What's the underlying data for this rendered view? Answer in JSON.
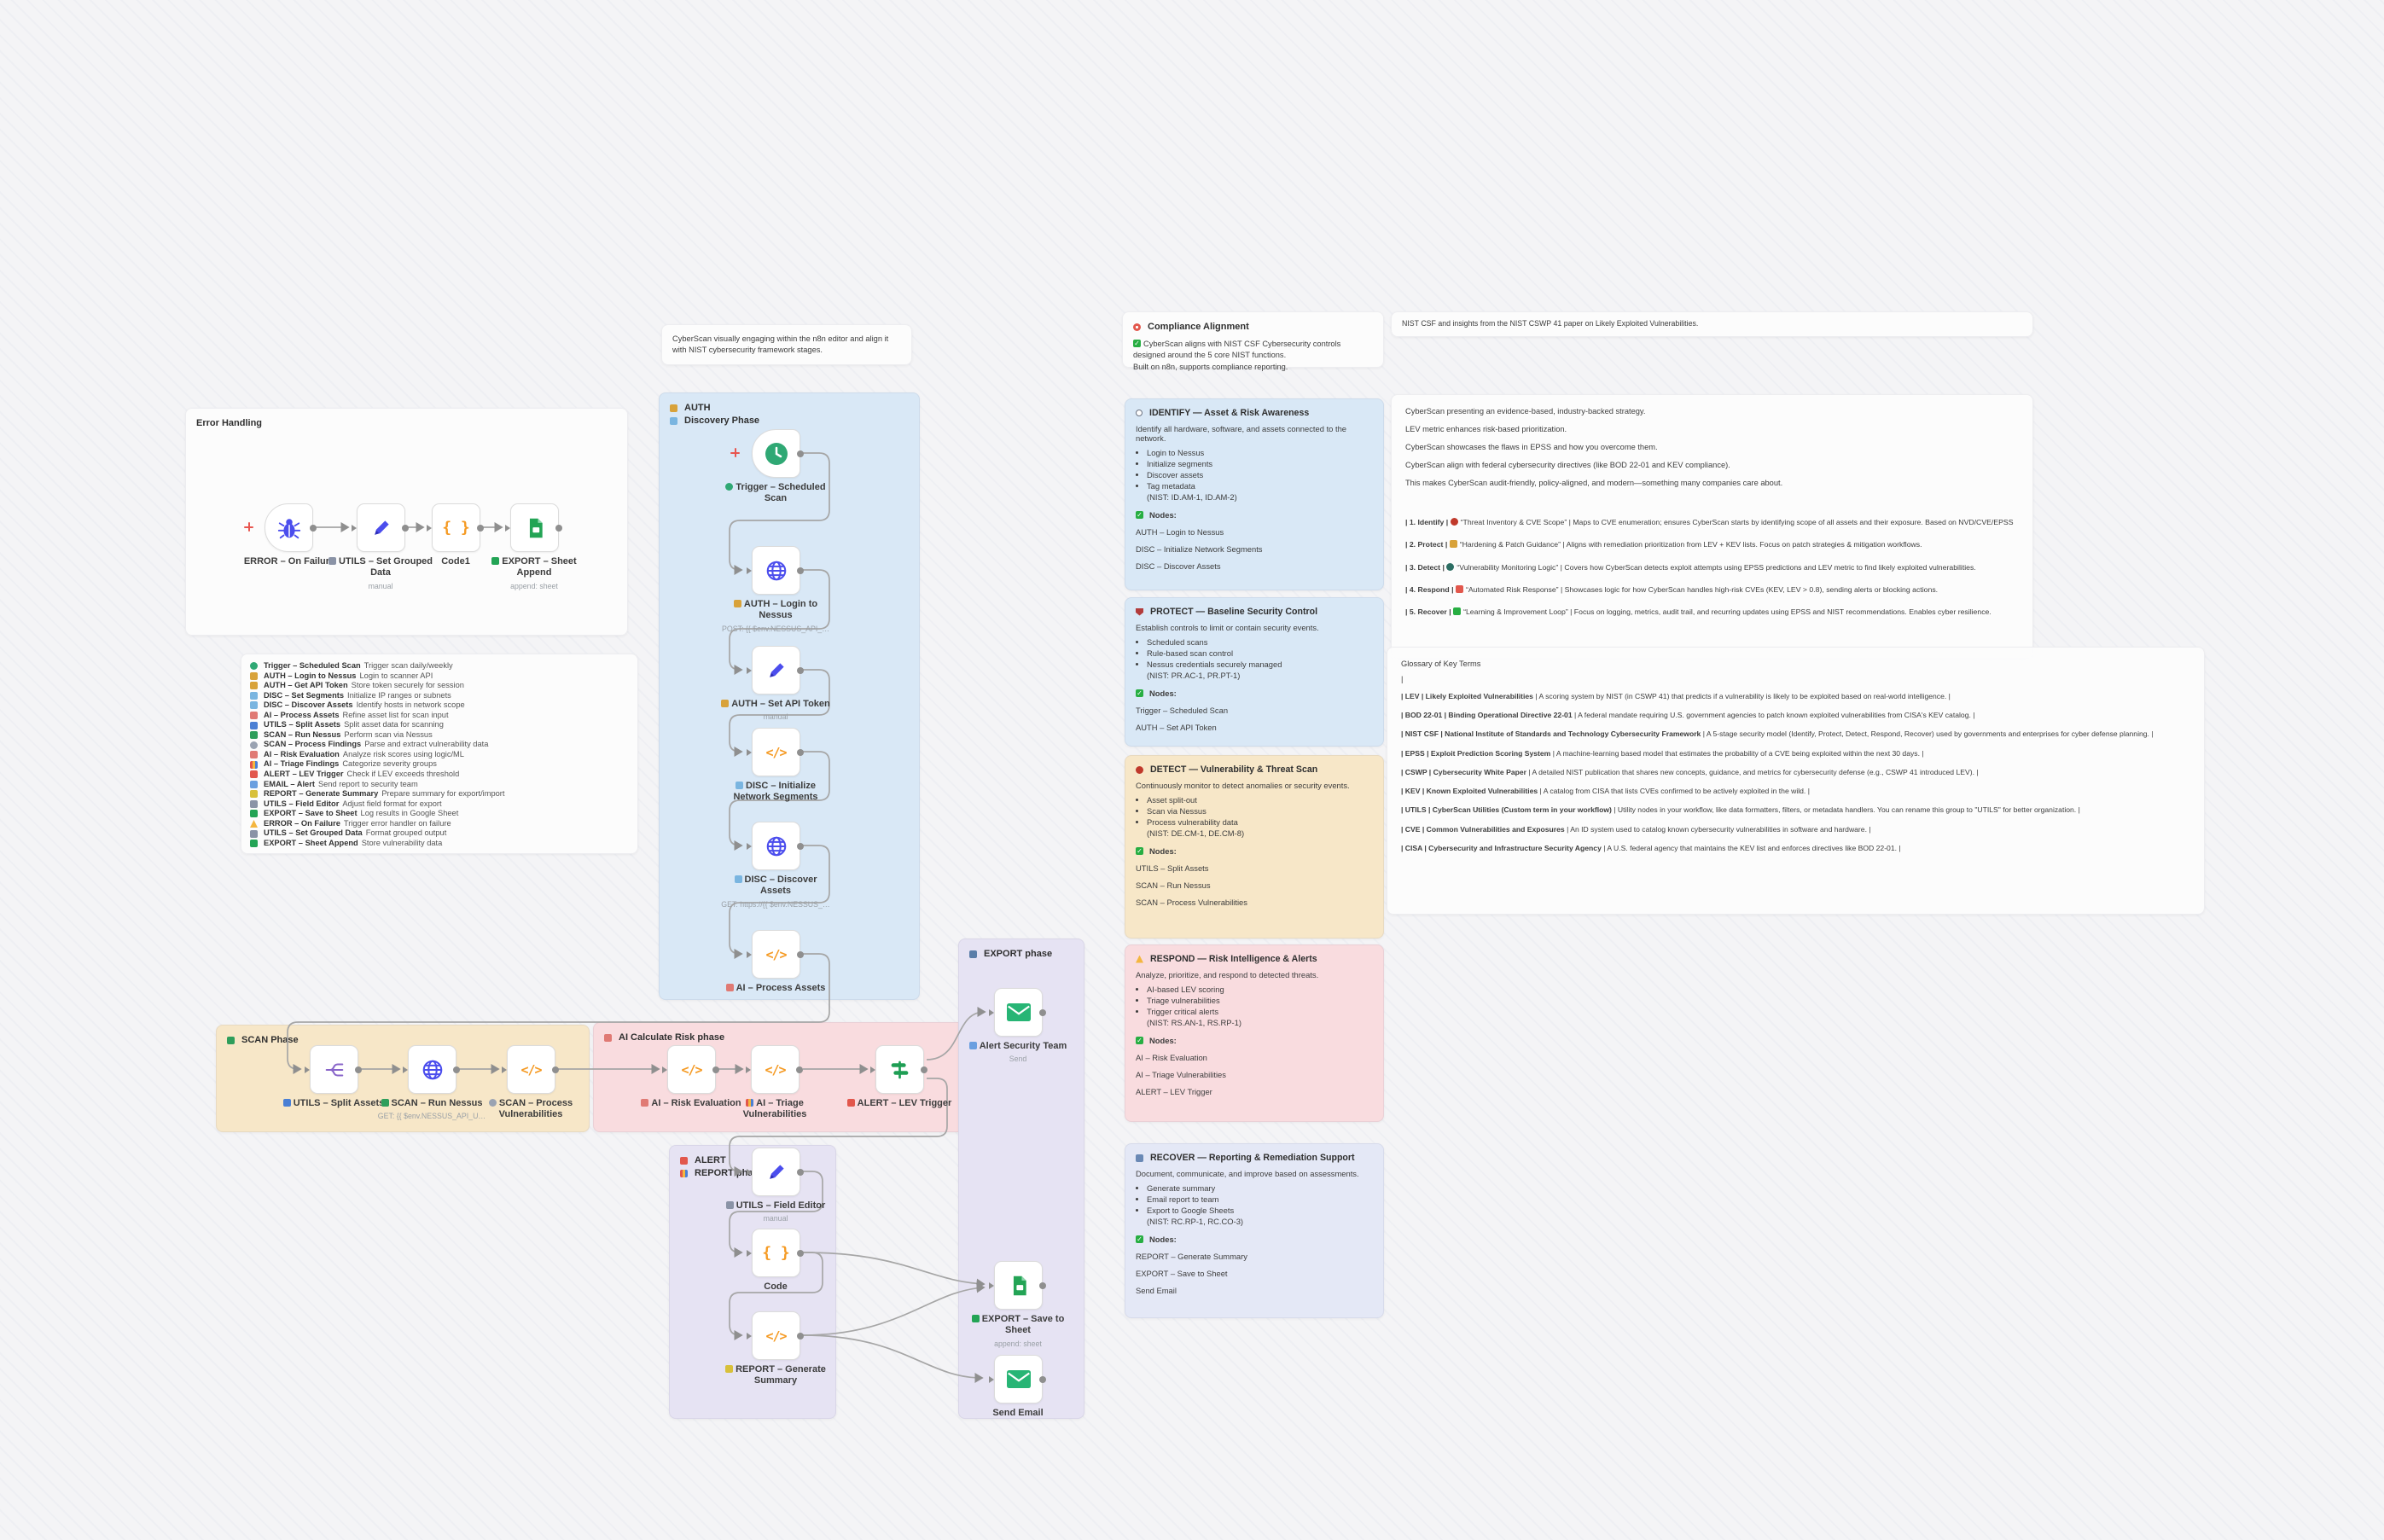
{
  "colors": {
    "sticky_blue": "#d9e8f6",
    "sticky_tan": "#f7e7c8",
    "sticky_pink": "#f9dcdf",
    "sticky_purple": "#e6e3f3",
    "sticky_lavender": "#e4e8f6",
    "node_icon_blue": "#4b4ded",
    "node_icon_orange": "#f59a23",
    "node_icon_green": "#27a567",
    "node_icon_purple": "#8864c9",
    "wire_gray": "#a6a6a6",
    "add_plus_red": "#e8554f"
  },
  "notes": {
    "error_handling": {
      "title": "Error Handling"
    },
    "top_note": {
      "text": "CyberScan visually engaging within the n8n editor and align it with NIST cybersecurity framework stages."
    },
    "auth_phase": {
      "title1": "AUTH",
      "icon1": "lock",
      "title2": "Discovery Phase",
      "icon2": "disc"
    },
    "scan_phase": {
      "title": "SCAN Phase",
      "icon": "feather"
    },
    "ai_phase": {
      "title": "AI Calculate Risk phase",
      "icon": "brain"
    },
    "alert_report_phase": {
      "title1": "ALERT",
      "icon1": "alert",
      "title2": "REPORT phase",
      "icon2": "chart"
    },
    "export_phase": {
      "title": "EXPORT phase",
      "icon": "export"
    },
    "compliance": {
      "icon": "target",
      "title": "Compliance Alignment",
      "check_icon": "check",
      "body1": "CyberScan aligns with NIST CSF Cybersecurity controls designed around the 5 core NIST functions.",
      "body2": "Built on n8n, supports compliance reporting."
    },
    "nist_top": {
      "text": "NIST CSF and insights from the NIST CSWP 41 paper on Likely Exploited Vulnerabilities."
    }
  },
  "node_list": {
    "items": [
      {
        "icon": "clock",
        "name": "Trigger – Scheduled Scan",
        "desc": "Trigger scan daily/weekly"
      },
      {
        "icon": "lock",
        "name": "AUTH – Login to Nessus",
        "desc": "Login to scanner API"
      },
      {
        "icon": "lock",
        "name": "AUTH – Get API Token",
        "desc": "Store token securely for session"
      },
      {
        "icon": "disc",
        "name": "DISC – Set Segments",
        "desc": "Initialize IP ranges or subnets"
      },
      {
        "icon": "disc",
        "name": "DISC – Discover Assets",
        "desc": "Identify hosts in network scope"
      },
      {
        "icon": "brain",
        "name": "AI – Process Assets",
        "desc": "Refine asset list for scan input"
      },
      {
        "icon": "split",
        "name": "UTILS – Split Assets",
        "desc": "Split asset data for scanning"
      },
      {
        "icon": "feather",
        "name": "SCAN – Run Nessus",
        "desc": "Perform scan via Nessus"
      },
      {
        "icon": "search",
        "name": "SCAN – Process Findings",
        "desc": "Parse and extract vulnerability data"
      },
      {
        "icon": "brain",
        "name": "AI – Risk Evaluation",
        "desc": "Analyze risk scores using logic/ML"
      },
      {
        "icon": "chart",
        "name": "AI – Triage Findings",
        "desc": "Categorize severity groups"
      },
      {
        "icon": "alert",
        "name": "ALERT – LEV Trigger",
        "desc": "Check if LEV exceeds threshold"
      },
      {
        "icon": "email",
        "name": "EMAIL – Alert",
        "desc": "Send report to security team"
      },
      {
        "icon": "report",
        "name": "REPORT – Generate Summary",
        "desc": "Prepare summary for export/import"
      },
      {
        "icon": "wrench",
        "name": "UTILS – Field Editor",
        "desc": "Adjust field format for export"
      },
      {
        "icon": "sheet",
        "name": "EXPORT – Save to Sheet",
        "desc": "Log results in Google Sheet"
      },
      {
        "icon": "warn",
        "name": "ERROR – On Failure",
        "desc": "Trigger error handler on failure"
      },
      {
        "icon": "wrench",
        "name": "UTILS – Set Grouped Data",
        "desc": "Format grouped output"
      },
      {
        "icon": "sheet",
        "name": "EXPORT – Sheet Append",
        "desc": "Store vulnerability data"
      }
    ]
  },
  "nodes": {
    "trigger": {
      "label": "Trigger – Scheduled Scan",
      "icon": "clock"
    },
    "login": {
      "label": "AUTH – Login to Nessus",
      "sub": "POST: {{ $env.NESSUS_API_…",
      "icon": "lock"
    },
    "token": {
      "label": "AUTH – Set API Token",
      "sub": "manual",
      "icon": "lock"
    },
    "init_segments": {
      "label": "DISC – Initialize Network Segments",
      "icon": "disc"
    },
    "discover": {
      "label": "DISC – Discover Assets",
      "sub": "GET: https://{{ $env.NESSUS_…",
      "icon": "disc"
    },
    "process_assets": {
      "label": "AI – Process Assets",
      "icon": "brain"
    },
    "split_assets": {
      "label": "UTILS – Split Assets",
      "icon": "split"
    },
    "run_nessus": {
      "label": "SCAN – Run Nessus",
      "sub": "GET: {{ $env.NESSUS_API_U…",
      "icon": "feather"
    },
    "process_vulns": {
      "label": "SCAN – Process Vulnerabilities",
      "icon": "search"
    },
    "risk_eval": {
      "label": "AI – Risk Evaluation",
      "icon": "brain"
    },
    "triage": {
      "label": "AI – Triage Vulnerabilities",
      "icon": "chart"
    },
    "lev_trigger": {
      "label": "ALERT – LEV Trigger",
      "icon": "alert"
    },
    "field_editor": {
      "label": "UTILS – Field Editor",
      "sub": "manual",
      "icon": "wrench"
    },
    "code": {
      "label": "Code"
    },
    "gen_summary": {
      "label": "REPORT – Generate Summary",
      "icon": "report"
    },
    "alert_team": {
      "label": "Alert Security Team",
      "sub": "Send",
      "icon": "email"
    },
    "save_sheet": {
      "label": "EXPORT – Save to Sheet",
      "sub": "append: sheet",
      "icon": "sheet"
    },
    "send_email": {
      "label": "Send Email"
    },
    "err_onfail": {
      "label": "ERROR – On Failure"
    },
    "err_utils": {
      "label": "UTILS – Set Grouped Data",
      "sub": "manual",
      "icon": "wrench"
    },
    "err_code1": {
      "label": "Code1"
    },
    "err_export": {
      "label": "EXPORT – Sheet Append",
      "sub": "append: sheet",
      "icon": "sheet"
    }
  },
  "nist_functions": {
    "identify": {
      "icon": "magnifier",
      "title": "IDENTIFY — Asset & Risk Awareness",
      "intro": "Identify all hardware, software, and assets connected to the network.",
      "bullets": [
        "Login to Nessus",
        "Initialize segments",
        "Discover assets",
        "Tag metadata"
      ],
      "nist": "(NIST: ID.AM-1, ID.AM-2)",
      "check_icon": "check",
      "nodes_label": "Nodes:",
      "nodes": [
        "AUTH – Login to Nessus",
        "DISC – Initialize Network Segments",
        "DISC – Discover Assets"
      ]
    },
    "protect": {
      "icon": "shield",
      "title": "PROTECT — Baseline Security Control",
      "intro": "Establish controls to limit or contain security events.",
      "bullets": [
        "Scheduled scans",
        "Rule-based scan control",
        "Nessus credentials securely managed"
      ],
      "nist": "(NIST: PR.AC-1, PR.PT-1)",
      "check_icon": "check",
      "nodes_label": "Nodes:",
      "nodes": [
        "Trigger – Scheduled Scan",
        "AUTH – Set API Token"
      ]
    },
    "detect": {
      "icon": "radar",
      "title": "DETECT — Vulnerability & Threat Scan",
      "intro": "Continuously monitor to detect anomalies or security events.",
      "bullets": [
        "Asset split-out",
        "Scan via Nessus",
        "Process vulnerability data"
      ],
      "nist": "(NIST: DE.CM-1, DE.CM-8)",
      "check_icon": "check",
      "nodes_label": "Nodes:",
      "nodes": [
        "UTILS – Split Assets",
        "SCAN – Run Nessus",
        "SCAN – Process Vulnerabilities"
      ]
    },
    "respond": {
      "icon": "warn",
      "title": "RESPOND — Risk Intelligence & Alerts",
      "intro": "Analyze, prioritize, and respond to detected threats.",
      "bullets": [
        "AI-based LEV scoring",
        "Triage vulnerabilities",
        "Trigger critical alerts"
      ],
      "nist": "(NIST: RS.AN-1, RS.RP-1)",
      "check_icon": "check",
      "nodes_label": "Nodes:",
      "nodes": [
        "AI – Risk Evaluation",
        "AI – Triage Vulnerabilities",
        "ALERT – LEV Trigger"
      ]
    },
    "recover": {
      "icon": "clipboard",
      "title": "RECOVER — Reporting & Remediation Support",
      "intro": "Document, communicate, and improve based on assessments.",
      "bullets": [
        "Generate summary",
        "Email report to team",
        "Export to Google Sheets"
      ],
      "nist": "(NIST: RC.RP-1, RC.CO-3)",
      "check_icon": "check",
      "nodes_label": "Nodes:",
      "nodes": [
        "REPORT – Generate Summary",
        "EXPORT – Save to Sheet",
        "Send Email"
      ]
    }
  },
  "right_strategy": {
    "paragraphs": [
      "CyberScan presenting an evidence-based, industry-backed strategy.",
      "LEV metric enhances risk-based prioritization.",
      "CyberScan showcases the flaws in EPSS and how you overcome them.",
      "CyberScan align with federal cybersecurity directives (like BOD 22-01 and KEV compliance).",
      "This makes CyberScan audit-friendly, policy-aligned, and modern—something many companies care about."
    ],
    "functions": [
      {
        "pre": "| 1. Identify | ",
        "icon": "bug",
        "body": "“Threat Inventory & CVE Scope” | Maps to CVE enumeration; ensures CyberScan starts by identifying scope of all assets and their exposure. Based on NVD/CVE/EPSS"
      },
      {
        "pre": "| 2. Protect | ",
        "icon": "notebook",
        "body": "“Hardening & Patch Guidance” | Aligns with remediation prioritization from LEV + KEV lists. Focus on patch strategies & mitigation workflows."
      },
      {
        "pre": "| 3. Detect | ",
        "icon": "microbe",
        "body": "“Vulnerability Monitoring Logic” | Covers how CyberScan detects exploit attempts using EPSS predictions and LEV metric to find likely exploited vulnerabilities."
      },
      {
        "pre": "| 4. Respond | ",
        "icon": "siren",
        "body": "“Automated Risk Response” | Showcases logic for how CyberScan handles high-risk CVEs (KEV, LEV > 0.8), sending alerts or blocking actions."
      },
      {
        "pre": "| 5. Recover | ",
        "icon": "recycle",
        "body": "“Learning & Improvement Loop” | Focus on logging, metrics, audit trail, and recurring updates using EPSS and NIST recommendations. Enables cyber resilience."
      }
    ]
  },
  "glossary": {
    "title": "Glossary of Key Terms",
    "pipe": "|",
    "entries": [
      {
        "pre": "| LEV | Likely Exploited Vulnerabilities ",
        "body": "| A scoring system by NIST (in CSWP 41) that predicts if a vulnerability is likely to be exploited based on real-world intelligence. |"
      },
      {
        "pre": "| BOD 22-01 | Binding Operational Directive 22-01 ",
        "body": "| A federal mandate requiring U.S. government agencies to patch known exploited vulnerabilities from CISA's KEV catalog. |"
      },
      {
        "pre": "| NIST CSF | National Institute of Standards and Technology Cybersecurity Framework ",
        "body": "| A 5-stage security model (Identify, Protect, Detect, Respond, Recover) used by governments and enterprises for cyber defense planning. |"
      },
      {
        "pre": "| EPSS | Exploit Prediction Scoring System ",
        "body": "| A machine-learning based model that estimates the probability of a CVE being exploited within the next 30 days. |"
      },
      {
        "pre": "| CSWP | Cybersecurity White Paper ",
        "body": "| A detailed NIST publication that shares new concepts, guidance, and metrics for cybersecurity defense (e.g., CSWP 41 introduced LEV). |"
      },
      {
        "pre": "| KEV | Known Exploited Vulnerabilities ",
        "body": "| A catalog from CISA that lists CVEs confirmed to be actively exploited in the wild. |"
      },
      {
        "pre": "| UTILS | CyberScan Utilities (Custom term in your workflow) ",
        "body": "| Utility nodes in your workflow, like data formatters, filters, or metadata handlers. You can rename this group to \"UTILS\" for better organization. |"
      },
      {
        "pre": "| CVE | Common Vulnerabilities and Exposures ",
        "body": "| An ID system used to catalog known cybersecurity vulnerabilities in software and hardware. |"
      },
      {
        "pre": "| CISA | Cybersecurity and Infrastructure Security Agency ",
        "body": "| A U.S. federal agency that maintains the KEV list and enforces directives like BOD 22-01. |"
      }
    ]
  }
}
